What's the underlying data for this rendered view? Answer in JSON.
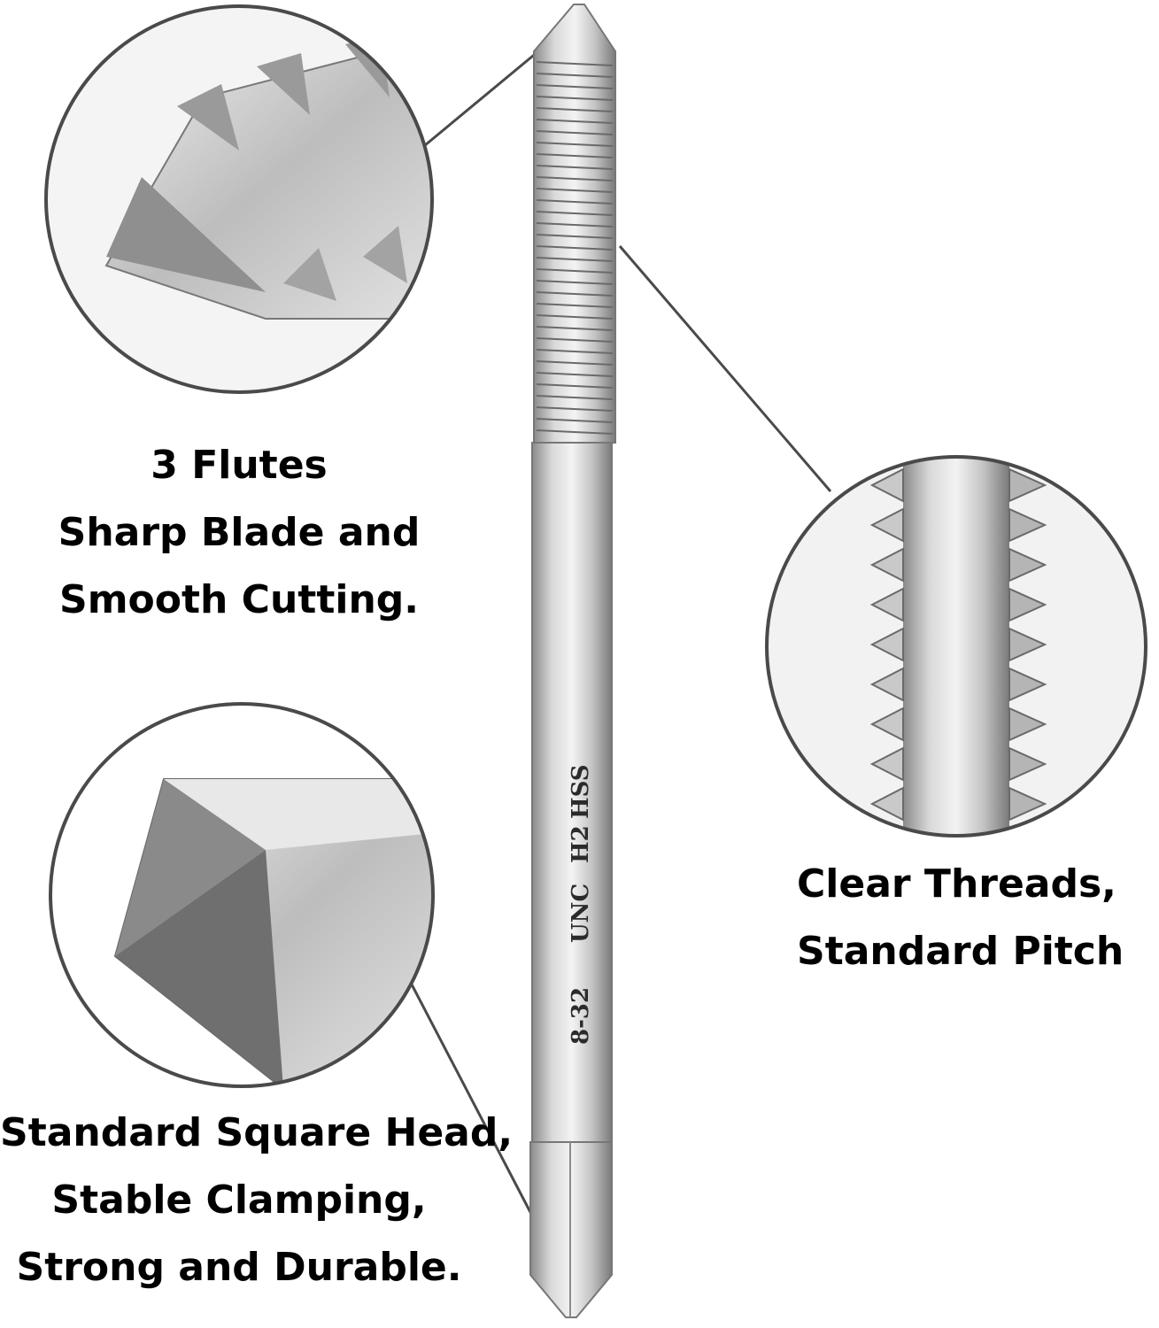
{
  "captions": {
    "flutes": [
      "3 Flutes",
      "Sharp Blade and",
      "Smooth Cutting."
    ],
    "threads": [
      "Clear Threads,",
      "Standard Pitch"
    ],
    "head": [
      "Standard Square Head,",
      "Stable Clamping,",
      "Strong and Durable."
    ]
  },
  "shank_marking": {
    "size": "8-32",
    "standard": "UNC",
    "class": "H2",
    "material": "HSS"
  },
  "colors": {
    "background": "#ffffff",
    "text": "#000000",
    "outline": "#4a4a4a",
    "steel_light": "#e6e6e6",
    "steel_mid": "#b9b9b9",
    "steel_dark": "#6f6f6f"
  }
}
